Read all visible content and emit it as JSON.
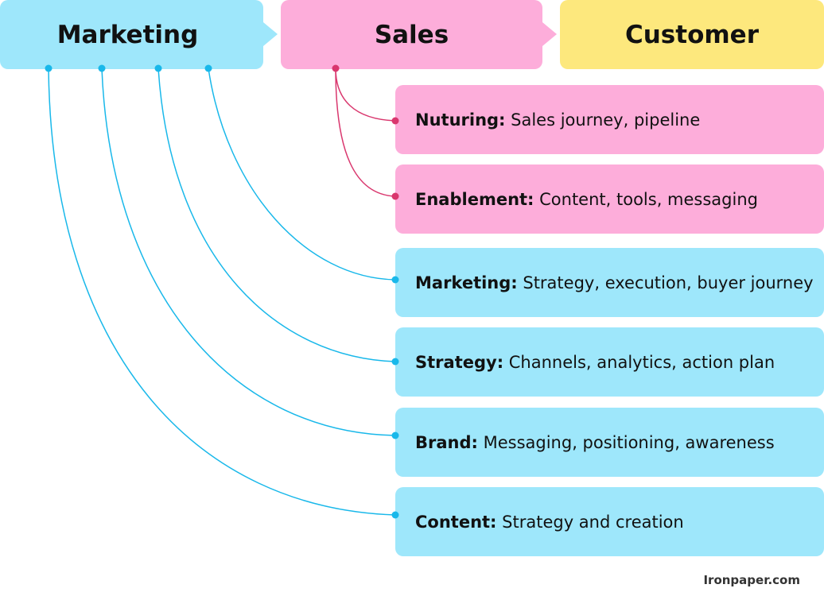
{
  "colors": {
    "marketing": "#9ee7fb",
    "sales": "#fdadda",
    "customer": "#fde87d",
    "marketing_line": "#19b8ea",
    "sales_line": "#d9376e"
  },
  "stages": [
    {
      "label": "Marketing",
      "color_key": "marketing"
    },
    {
      "label": "Sales",
      "color_key": "sales"
    },
    {
      "label": "Customer",
      "color_key": "customer"
    }
  ],
  "items": [
    {
      "title": "Nuturing:",
      "detail": " Sales journey, pipeline",
      "group": "sales"
    },
    {
      "title": "Enablement:",
      "detail": " Content, tools, messaging",
      "group": "sales"
    },
    {
      "title": "Marketing:",
      "detail": " Strategy, execution, buyer journey",
      "group": "marketing"
    },
    {
      "title": "Strategy:",
      "detail": " Channels, analytics, action plan",
      "group": "marketing"
    },
    {
      "title": "Brand:",
      "detail": " Messaging, positioning, awareness",
      "group": "marketing"
    },
    {
      "title": "Content:",
      "detail": " Strategy and creation",
      "group": "marketing"
    }
  ],
  "footer": {
    "credit": "Ironpaper.com"
  }
}
